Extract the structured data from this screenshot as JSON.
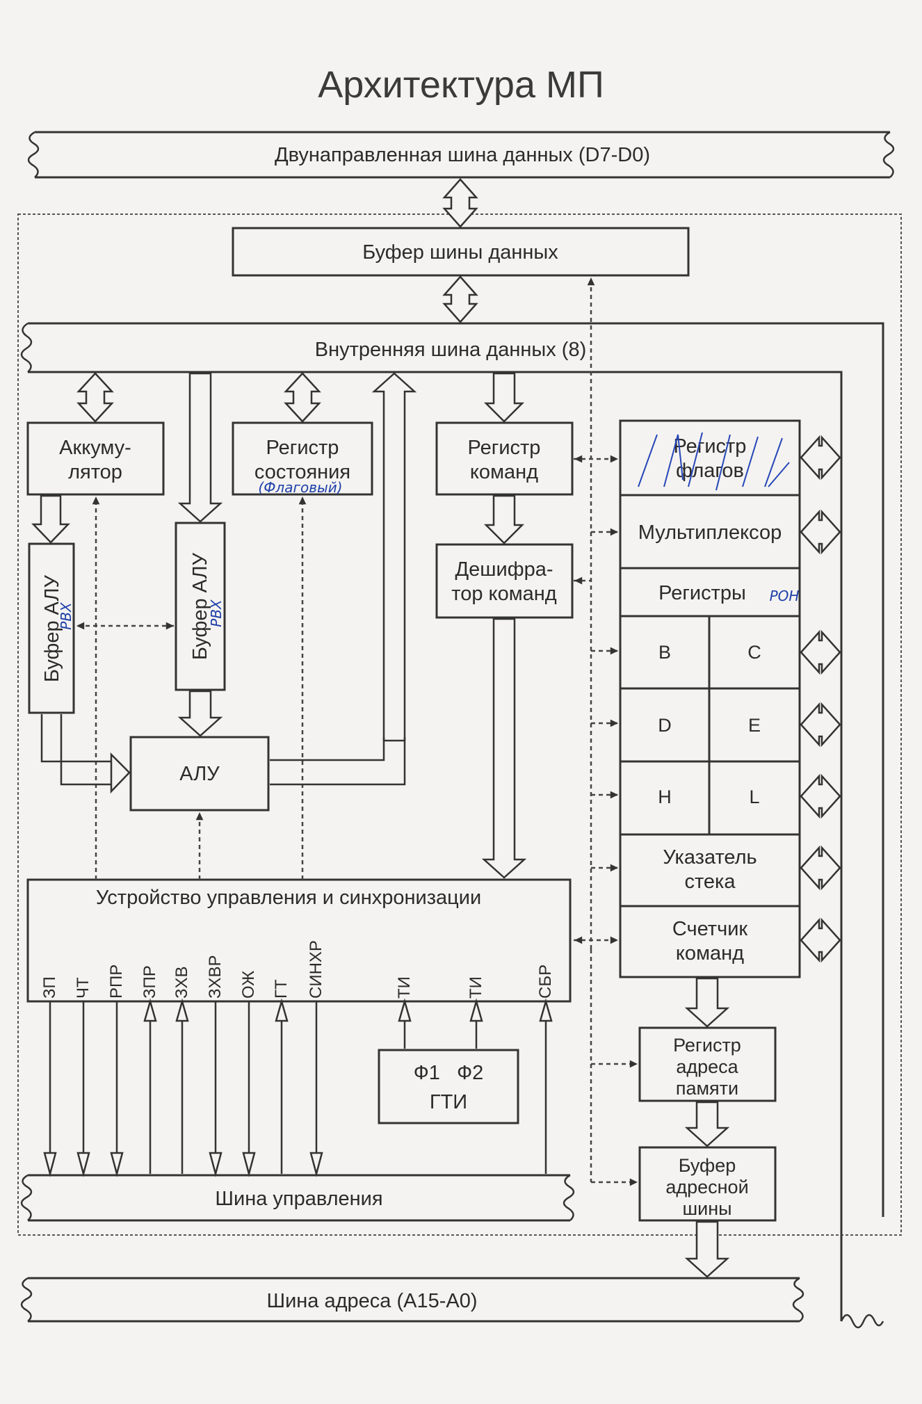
{
  "title": "Архитектура МП",
  "buses": {
    "data_bus": "Двунаправленная шина данных (D7-D0)",
    "internal_bus": "Внутренняя шина данных (8)",
    "control_bus": "Шина управления",
    "address_bus": "Шина адреса (А15-А0)"
  },
  "blocks": {
    "data_bus_buffer": "Буфер шины данных",
    "accumulator": [
      "Аккуму-",
      "лятор"
    ],
    "status_register": [
      "Регистр",
      "состояния"
    ],
    "status_register_note": "(Флаговый)",
    "alu_buffer_left": "Буфер АЛУ",
    "alu_buffer_left_note": "РВХ",
    "alu_buffer_right": "Буфер АЛУ",
    "alu_buffer_right_note": "РВХ",
    "alu": "АЛУ",
    "instruction_register": [
      "Регистр",
      "команд"
    ],
    "instruction_decoder": [
      "Дешифра-",
      "тор команд"
    ],
    "control_unit": "Устройство управления и синхронизации",
    "clock_generator": {
      "phases": "Ф1   Ф2",
      "name": "ГТИ"
    },
    "memory_address_register": [
      "Регистр",
      "адреса",
      "памяти"
    ],
    "address_bus_buffer": [
      "Буфер",
      "адресной",
      "шины"
    ]
  },
  "register_file": {
    "flags_register": [
      "Регистр",
      "флагов"
    ],
    "multiplexer": "Мультиплексор",
    "registers_header": "Регистры",
    "registers_note": "РОН",
    "pairs": [
      [
        "B",
        "C"
      ],
      [
        "D",
        "E"
      ],
      [
        "H",
        "L"
      ]
    ],
    "stack_pointer": [
      "Указатель",
      "стека"
    ],
    "program_counter": [
      "Счетчик",
      "команд"
    ]
  },
  "control_signals": [
    {
      "label": "ЗП",
      "direction": "out"
    },
    {
      "label": "ЧТ",
      "direction": "out"
    },
    {
      "label": "РПР",
      "direction": "out"
    },
    {
      "label": "ЗПР",
      "direction": "in"
    },
    {
      "label": "ЗХВ",
      "direction": "in"
    },
    {
      "label": "ЗХВР",
      "direction": "out"
    },
    {
      "label": "ОЖ",
      "direction": "out"
    },
    {
      "label": "ГТ",
      "direction": "in"
    },
    {
      "label": "СИНХР",
      "direction": "out"
    },
    {
      "label": "ТИ",
      "direction": "clock"
    },
    {
      "label": "ТИ",
      "direction": "clock"
    },
    {
      "label": "СБР",
      "direction": "in"
    }
  ]
}
